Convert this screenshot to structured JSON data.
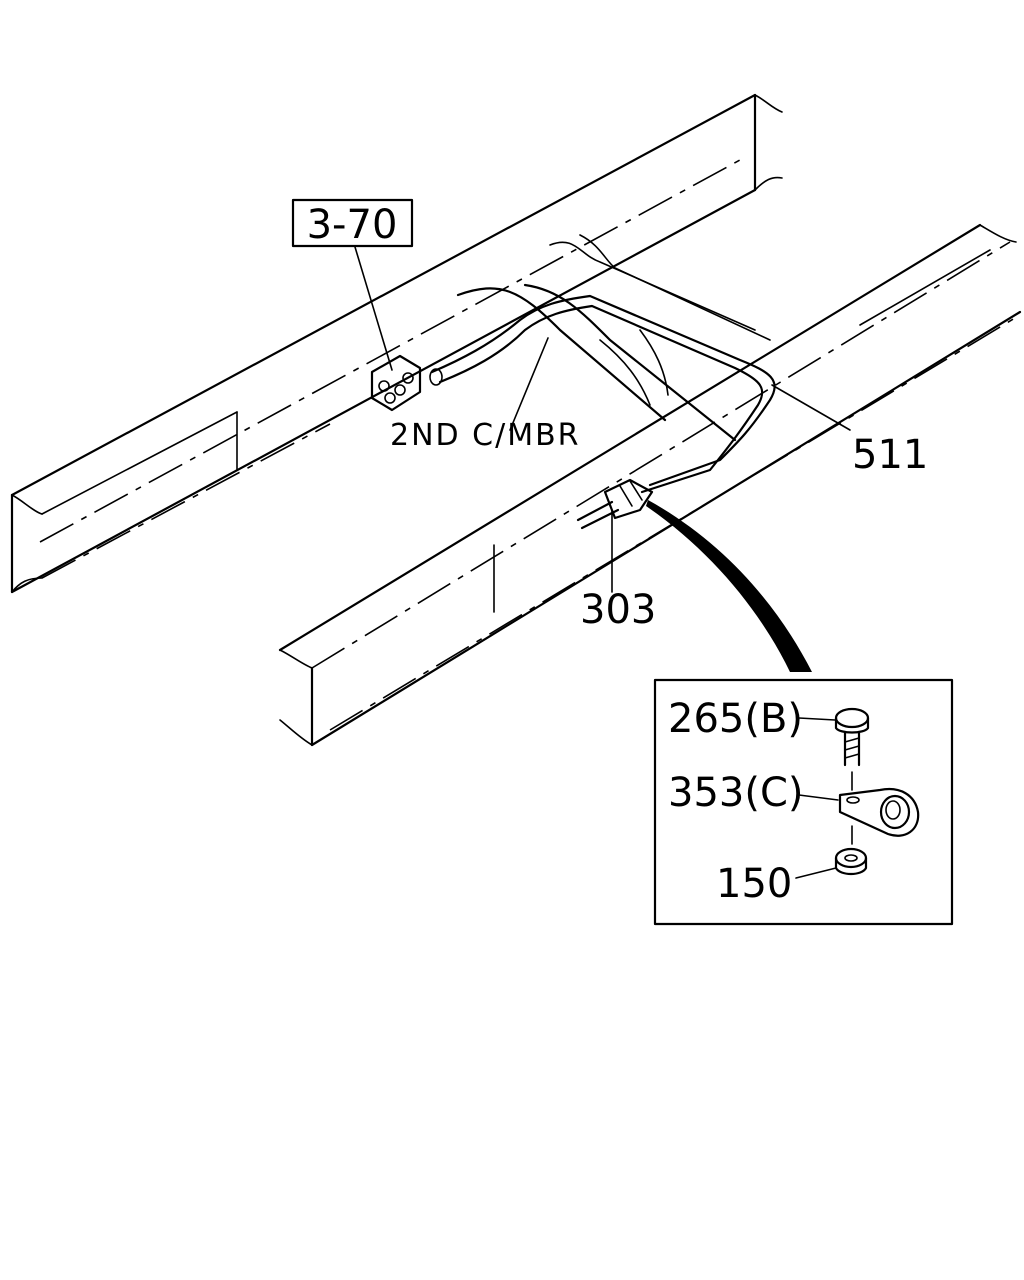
{
  "diagram": {
    "ref_box_label": "3-70",
    "member_label": "2ND C/MBR",
    "callouts": {
      "pipe": "511",
      "sensor": "303",
      "bolt": "265(B)",
      "clip": "353(C)",
      "nut": "150"
    }
  }
}
